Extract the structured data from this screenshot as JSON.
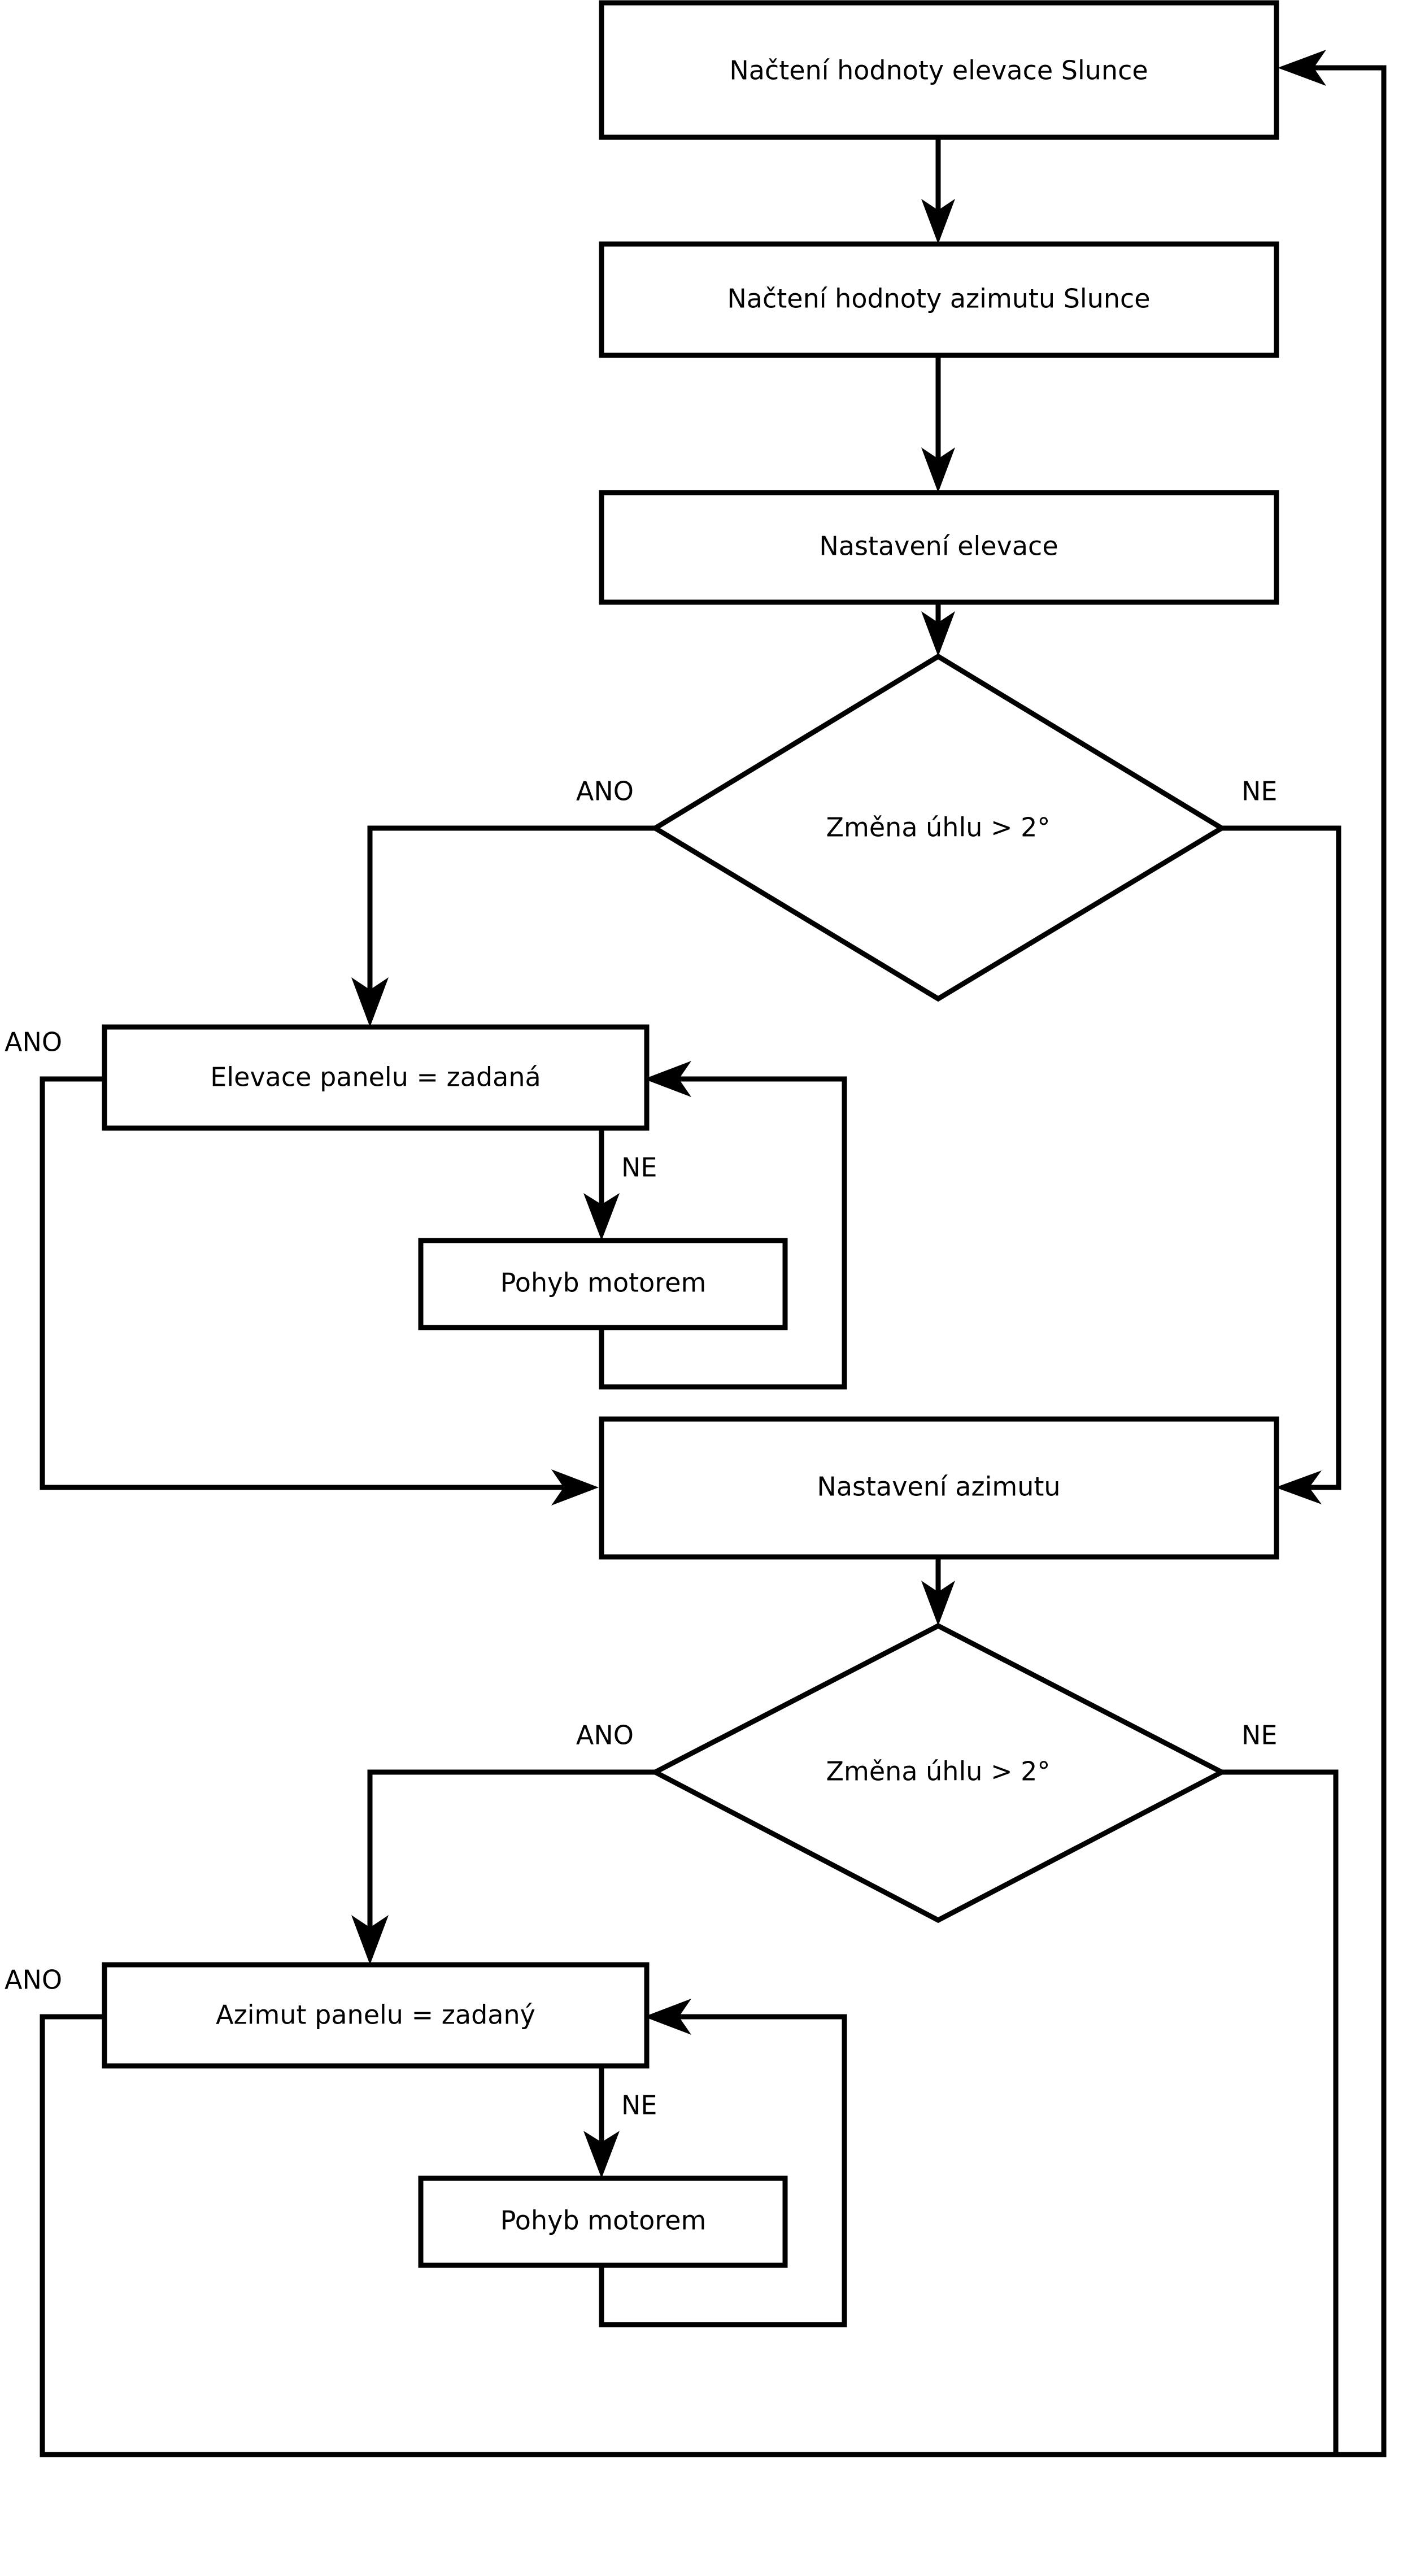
{
  "diagram": {
    "type": "flowchart",
    "language": "cs",
    "title": "",
    "background_color": "#ffffff",
    "line_color": "#000000",
    "fill_color": "#ffffff",
    "nodes": [
      {
        "id": "read_elevation",
        "shape": "process",
        "label": "Načtení hodnoty elevace Slunce"
      },
      {
        "id": "read_azimuth",
        "shape": "process",
        "label": "Načtení hodnoty azimutu Slunce"
      },
      {
        "id": "set_elevation",
        "shape": "process",
        "label": "Nastavení elevace"
      },
      {
        "id": "decide_elev",
        "shape": "decision",
        "label": "Změna úhlu > 2°"
      },
      {
        "id": "panel_elev_eq",
        "shape": "process",
        "label": "Elevace panelu = zadaná"
      },
      {
        "id": "motor_move_elev",
        "shape": "process",
        "label": "Pohyb motorem"
      },
      {
        "id": "set_azimuth",
        "shape": "process",
        "label": "Nastavení azimutu"
      },
      {
        "id": "decide_azim",
        "shape": "decision",
        "label": "Změna úhlu > 2°"
      },
      {
        "id": "panel_azim_eq",
        "shape": "process",
        "label": "Azimut panelu = zadaný"
      },
      {
        "id": "motor_move_azim",
        "shape": "process",
        "label": "Pohyb motorem"
      }
    ],
    "edge_labels": {
      "decide_elev_yes": "ANO",
      "decide_elev_no": "NE",
      "panel_elev_yes": "ANO",
      "panel_elev_no": "NE",
      "decide_azim_yes": "ANO",
      "decide_azim_no": "NE",
      "panel_azim_yes": "ANO",
      "panel_azim_no": "NE"
    },
    "edges": [
      {
        "from": "read_elevation",
        "to": "read_azimuth",
        "label": ""
      },
      {
        "from": "read_azimuth",
        "to": "set_elevation",
        "label": ""
      },
      {
        "from": "set_elevation",
        "to": "decide_elev",
        "label": ""
      },
      {
        "from": "decide_elev",
        "to": "panel_elev_eq",
        "label": "ANO"
      },
      {
        "from": "decide_elev",
        "to": "set_azimuth",
        "label": "NE"
      },
      {
        "from": "panel_elev_eq",
        "to": "motor_move_elev",
        "label": "NE"
      },
      {
        "from": "motor_move_elev",
        "to": "panel_elev_eq",
        "label": ""
      },
      {
        "from": "panel_elev_eq",
        "to": "set_azimuth",
        "label": "ANO"
      },
      {
        "from": "set_azimuth",
        "to": "decide_azim",
        "label": ""
      },
      {
        "from": "decide_azim",
        "to": "panel_azim_eq",
        "label": "ANO"
      },
      {
        "from": "decide_azim",
        "to": "read_elevation",
        "label": "NE"
      },
      {
        "from": "panel_azim_eq",
        "to": "motor_move_azim",
        "label": "NE"
      },
      {
        "from": "motor_move_azim",
        "to": "panel_azim_eq",
        "label": ""
      },
      {
        "from": "panel_azim_eq",
        "to": "read_elevation",
        "label": "ANO"
      }
    ]
  }
}
